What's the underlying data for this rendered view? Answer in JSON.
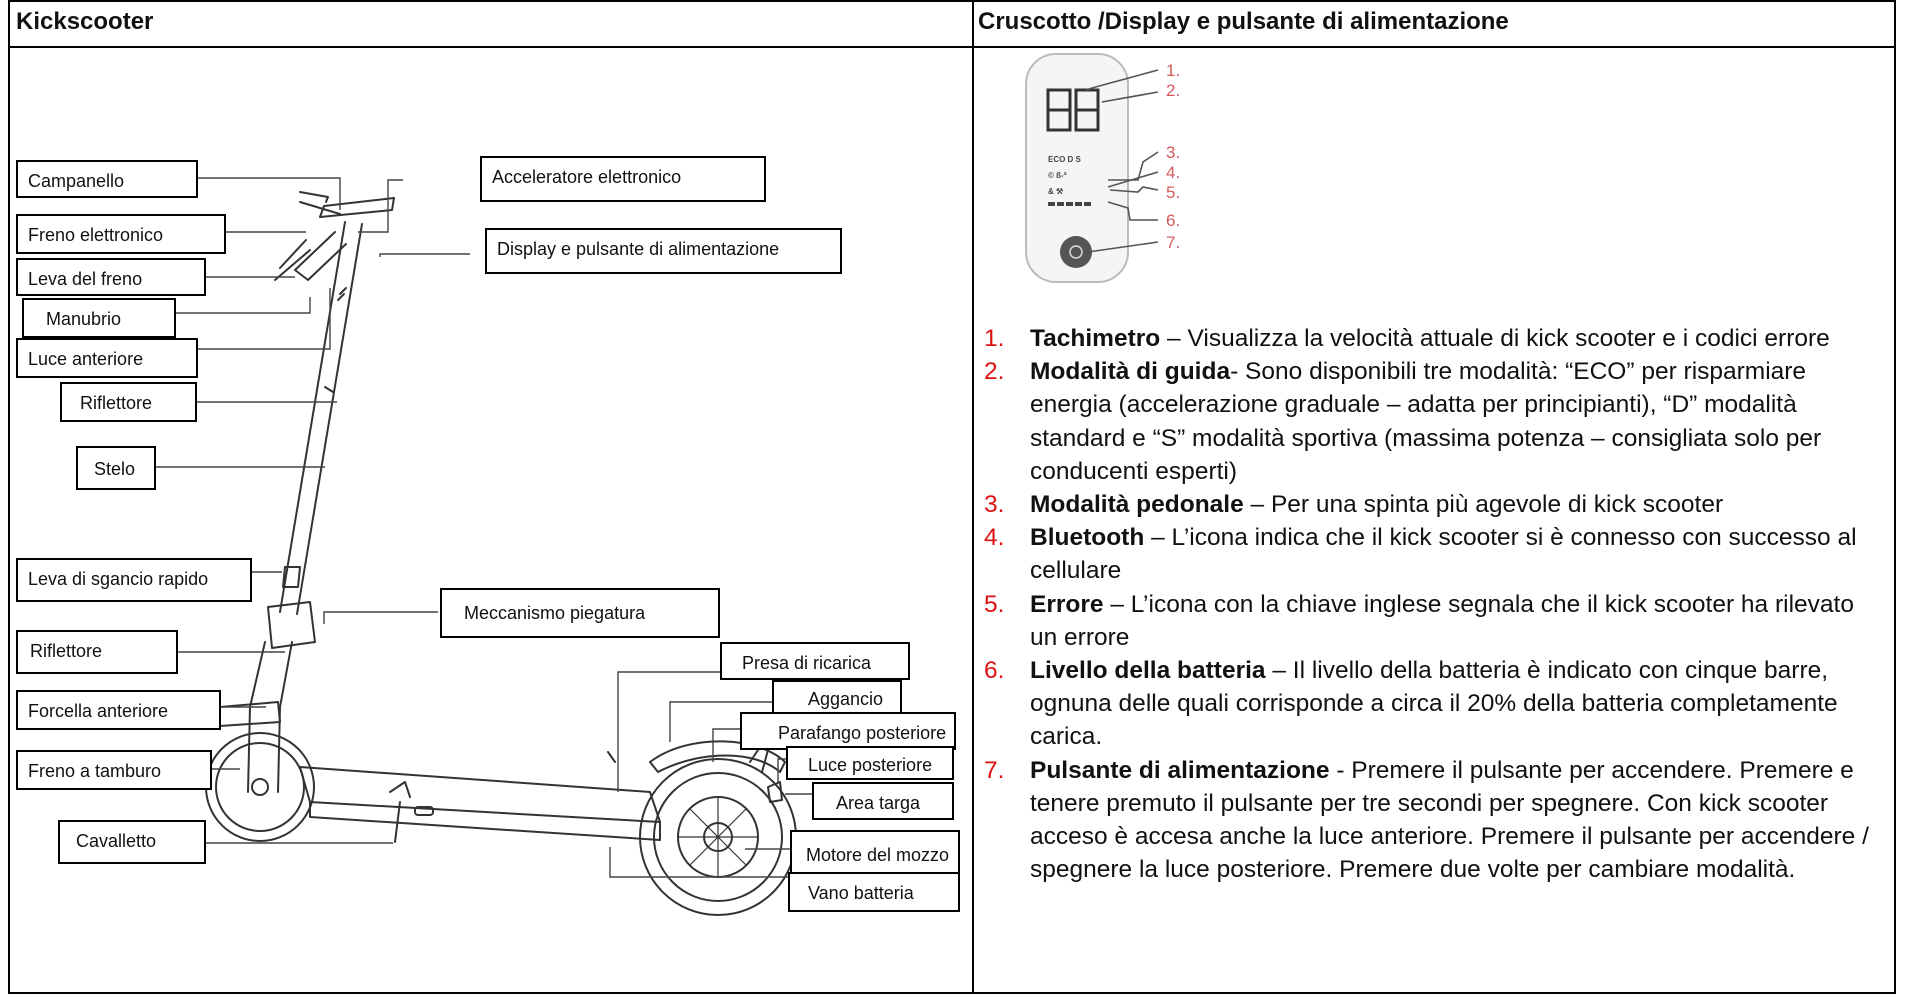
{
  "headers": {
    "left": "Kickscooter",
    "right": "Cruscotto /Display e pulsante di alimentazione"
  },
  "labels": {
    "campanello": "Campanello",
    "acceleratore": "Acceleratore elettronico",
    "freno_elettronico": "Freno elettronico",
    "display_pulsante": "Display e pulsante di alimentazione",
    "leva_freno": "Leva del freno",
    "manubrio": "Manubrio",
    "luce_anteriore": "Luce anteriore",
    "riflettore_1": "Riflettore",
    "stelo": "Stelo",
    "leva_sgancio": "Leva di sgancio rapido",
    "meccanismo": "Meccanismo piegatura",
    "riflettore_2": "Riflettore",
    "presa_ricarica": "Presa di ricarica",
    "aggancio": "Aggancio",
    "forcella": "Forcella anteriore",
    "parafango": "Parafango posteriore",
    "freno_tamburo": "Freno a tamburo",
    "luce_posteriore": "Luce posteriore",
    "area_targa": "Area targa",
    "cavalletto": "Cavalletto",
    "motore_mozzo": "Motore del mozzo",
    "vano_batteria": "Vano batteria"
  },
  "display_numbers": [
    "1.",
    "2.",
    "3.",
    "4.",
    "5.",
    "6.",
    "7."
  ],
  "display_icons": {
    "speed_digits": "digital-88-icon",
    "power_button": "power-icon"
  },
  "items": [
    {
      "num": "1.",
      "title": "Tachimetro",
      "text": " – Visualizza la velocità attuale di kick scooter e i codici errore"
    },
    {
      "num": "2.",
      "title": "Modalità di guida",
      "text": "- Sono disponibili tre modalità: “ECO” per risparmiare energia (accelerazione graduale – adatta per principianti), “D” modalità standard e “S” modalità sportiva (massima potenza – consigliata solo per conducenti esperti)"
    },
    {
      "num": "3.",
      "title": "Modalità pedonale",
      "text": " – Per una spinta più agevole di kick scooter"
    },
    {
      "num": "4.",
      "title": "Bluetooth",
      "text": " – L’icona indica che il kick scooter si è connesso con successo al cellulare"
    },
    {
      "num": "5.",
      "title": "Errore",
      "text": " – L’icona con la chiave inglese segnala che il kick scooter ha rilevato un errore"
    },
    {
      "num": "6.",
      "title": "Livello della batteria",
      "text": " – Il livello della batteria è indicato con cinque barre, ognuna delle quali corrisponde a circa il 20% della batteria completamente carica."
    },
    {
      "num": "7.",
      "title": "Pulsante di alimentazione",
      "text": " - Premere il pulsante per accendere. Premere e tenere premuto il pulsante per tre secondi per spegnere. Con kick scooter acceso è accesa anche la luce anteriore. Premere il pulsante per accendere / spegnere la luce posteriore. Premere due volte per cambiare modalità."
    }
  ],
  "colors": {
    "number_red": "#d11111",
    "diagram_red": "#d45a5a"
  }
}
